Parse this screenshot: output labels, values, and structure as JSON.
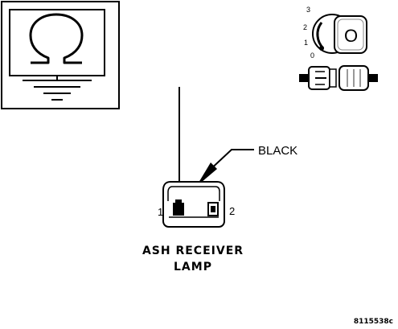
{
  "meter": {
    "symbol": "Ω"
  },
  "ignition": {
    "positions": [
      "3",
      "2",
      "1",
      "0"
    ],
    "key_label": "O"
  },
  "connector": {
    "wire_color": "BLACK",
    "pin_left": "1",
    "pin_right": "2",
    "name_line1": "ASH RECEIVER",
    "name_line2": "LAMP"
  },
  "figure_id": "8115538c"
}
